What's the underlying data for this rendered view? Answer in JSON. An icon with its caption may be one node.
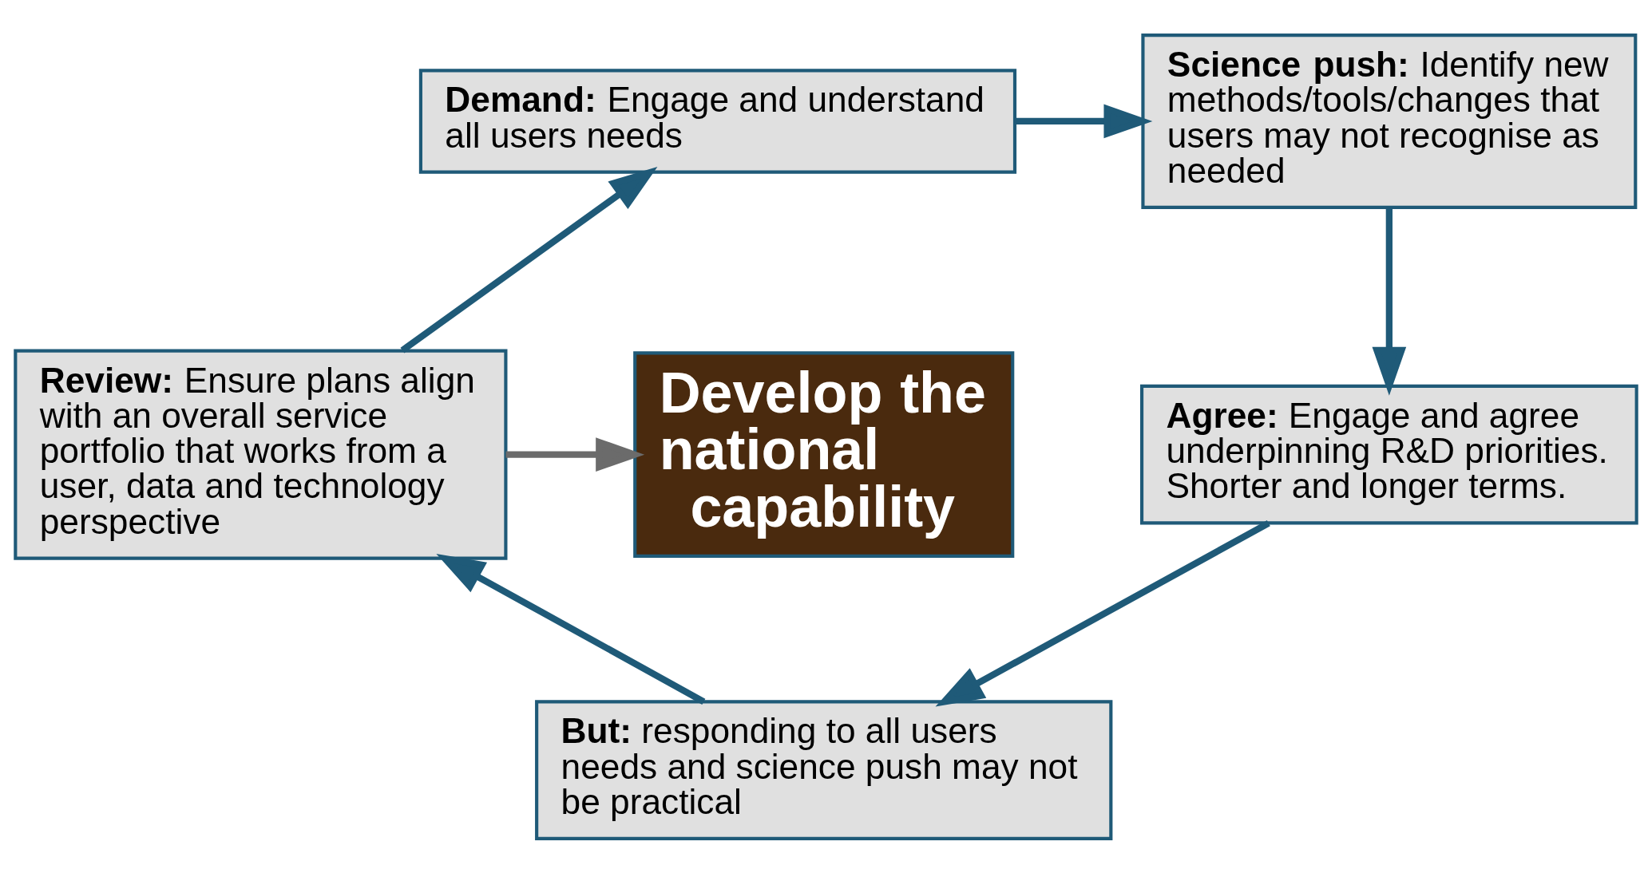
{
  "diagram": {
    "nodes": [
      {
        "text": [
          "**Demand:** Engage and understand all users needs"
        ]
      },
      {
        "text": [
          "**Science push:** Identify new methods/tools/changes that users may not recognise as needed"
        ]
      },
      {
        "text": [
          "**Agree:** Engage and agree underpinning R&D priorities. Shorter and longer terms."
        ]
      },
      {
        "text": [
          "**But:** responding to all users needs and science push may not be practical"
        ]
      },
      {
        "text": [
          "**Review:** Ensure plans align with an overall service portfolio that works from a user, data and technology perspective"
        ]
      },
      {
        "text": [
          "Develop the national capability"
        ]
      }
    ],
    "edges": [
      {
        "from": 0,
        "to": 1,
        "arrow": "to"
      },
      {
        "from": 1,
        "to": 2,
        "arrow": "to"
      },
      {
        "from": 2,
        "to": 3,
        "arrow": "to"
      },
      {
        "from": 3,
        "to": 4,
        "arrow": "to"
      },
      {
        "from": 4,
        "to": 0,
        "arrow": "to"
      },
      {
        "from": 4,
        "to": 5,
        "arrow": "to",
        "color": "#6b6b6b"
      }
    ]
  }
}
